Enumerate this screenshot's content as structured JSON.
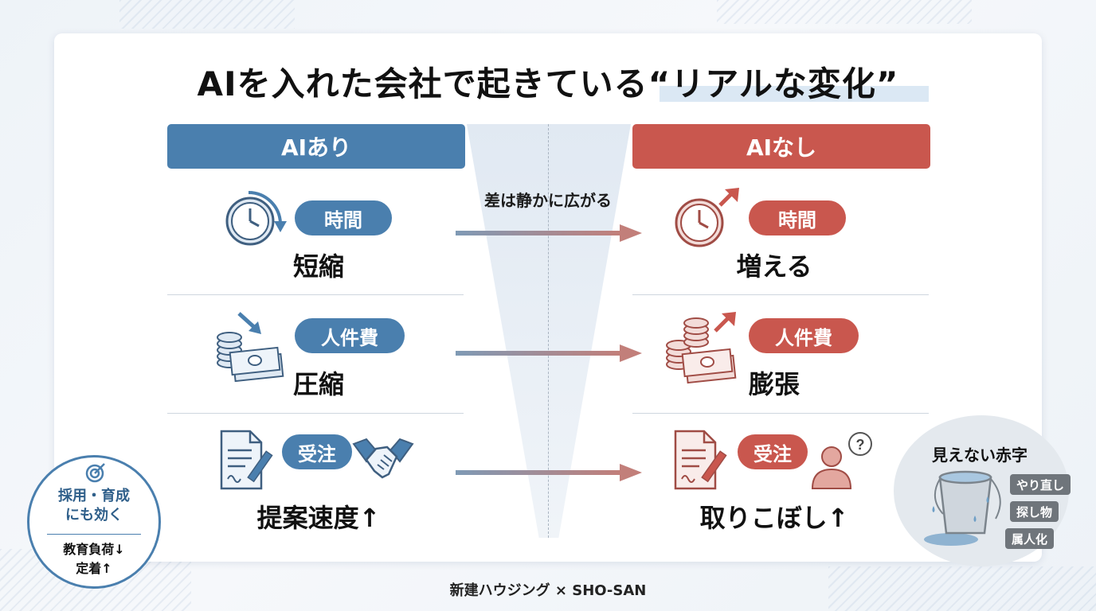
{
  "title": "AIを入れた会社で起きている“リアルな変化”",
  "subtitle": "差は静かに広がる",
  "left": {
    "header": "AIあり",
    "rows": [
      {
        "icon": "clock-arrow-down-icon",
        "pill": "時間",
        "result": "短縮"
      },
      {
        "icon": "coins-cash-down-icon",
        "pill": "人件費",
        "result": "圧縮"
      },
      {
        "icon": "contract-handshake-icon",
        "pill": "受注",
        "result": "提案速度↑"
      }
    ]
  },
  "right": {
    "header": "AIなし",
    "rows": [
      {
        "icon": "clock-arrow-up-icon",
        "pill": "時間",
        "result": "増える"
      },
      {
        "icon": "coins-cash-up-icon",
        "pill": "人件費",
        "result": "膨張"
      },
      {
        "icon": "contract-person-question-icon",
        "pill": "受注",
        "result": "取りこぼし↑"
      }
    ]
  },
  "badge": {
    "line1": "採用・育成",
    "line2": "にも効く",
    "line3": "教育負荷↓",
    "line4": "定着↑"
  },
  "hidden_loss": {
    "title": "見えない赤字",
    "tags": [
      "やり直し",
      "探し物",
      "属人化"
    ]
  },
  "footer": "新建ハウジング × SHO-SAN",
  "colors": {
    "blue": "#4a7fae",
    "red": "#c9574e"
  }
}
